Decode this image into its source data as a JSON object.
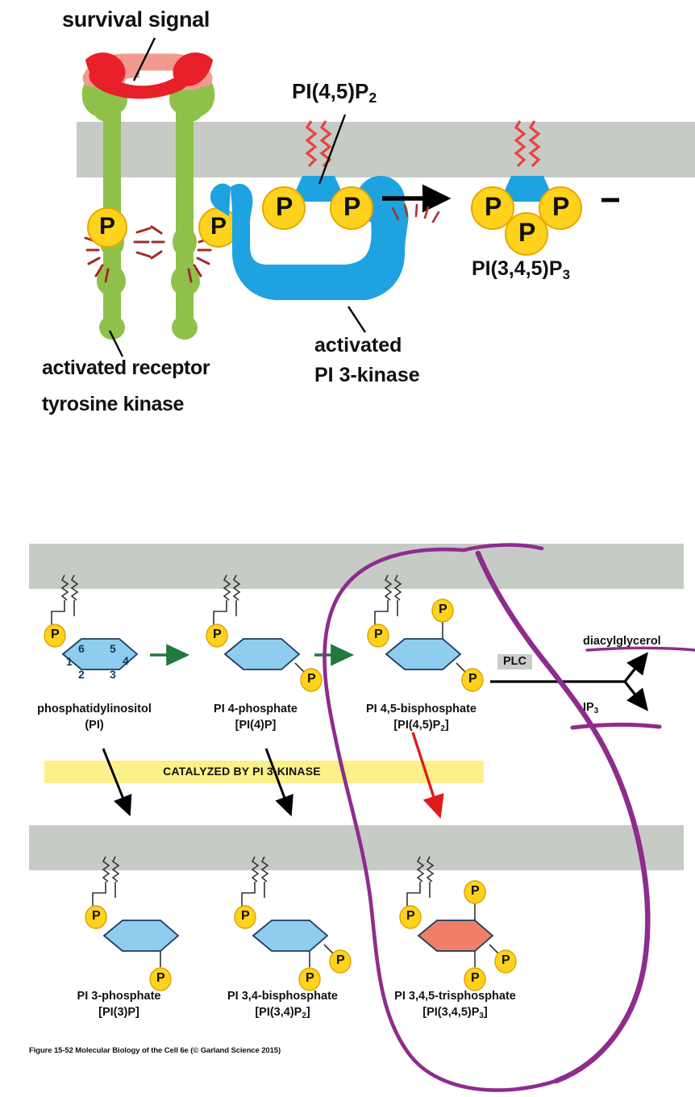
{
  "figure": {
    "caption": "Figure 15-52  Molecular Biology of the Cell 6e (© Garland Science 2015)"
  },
  "colors": {
    "membrane": "#c6cbc6",
    "receptor_green": "#8fc14a",
    "kinase_blue": "#1ea2e0",
    "phosphate_yellow": "#ffd21e",
    "ligand_red": "#e8202a",
    "ligand_pink": "#f29a8e",
    "hexagon_blue": "#8ecdf0",
    "hexagon_salmon": "#ef7f67",
    "banner_yellow": "#fbf08a",
    "arrow_green": "#1f7a3c",
    "arrow_red": "#e01b1b",
    "annotation_purple": "#8e2c8e",
    "plc_box_gray": "#c9ccc9"
  },
  "top_panel": {
    "labels": {
      "survival_signal": "survival signal",
      "pip2": "PI(4,5)P",
      "pip2_sub": "2",
      "pip3": "PI(3,4,5)P",
      "pip3_sub": "3",
      "activated_receptor": "activated receptor",
      "tyrosine_kinase": "tyrosine kinase",
      "activated": "activated",
      "pi3_kinase": "PI 3-kinase"
    },
    "phosphate_glyph": "P",
    "phosphate_count_receptor": 2,
    "phosphate_count_pip2": 2,
    "phosphate_count_pip3": 3
  },
  "bottom_panel": {
    "hexagon_numbers": [
      "6",
      "5",
      "1",
      "4",
      "2",
      "3"
    ],
    "banner_label": "CATALYZED BY PI 3-KINASE",
    "phosphate_glyph": "P",
    "plc_label": "PLC",
    "diacylglycerol_label": "diacylglycerol",
    "ip3_label": "IP",
    "ip3_sub": "3",
    "top_row": [
      {
        "name": "phosphatidylinositol",
        "formula": "(PI)",
        "phosphates": 1,
        "fill": "#8ecdf0"
      },
      {
        "name": "PI 4-phosphate",
        "formula": "[PI(4)P]",
        "phosphates": 2,
        "fill": "#8ecdf0"
      },
      {
        "name": "PI 4,5-bisphosphate",
        "formula": "[PI(4,5)P",
        "formula_sub": "2",
        "formula_tail": "]",
        "phosphates": 3,
        "fill": "#8ecdf0"
      }
    ],
    "bottom_row": [
      {
        "name": "PI 3-phosphate",
        "formula": "[PI(3)P]",
        "phosphates": 2,
        "fill": "#8ecdf0"
      },
      {
        "name": "PI 3,4-bisphosphate",
        "formula": "[PI(3,4)P",
        "formula_sub": "2",
        "formula_tail": "]",
        "phosphates": 3,
        "fill": "#8ecdf0"
      },
      {
        "name": "PI 3,4,5-trisphosphate",
        "formula": "[PI(3,4,5)P",
        "formula_sub": "3",
        "formula_tail": "]",
        "phosphates": 4,
        "fill": "#ef7f67"
      }
    ]
  },
  "annotations": {
    "type": "hand-drawn-purple-lasso",
    "count": 1,
    "underlines": 2
  }
}
